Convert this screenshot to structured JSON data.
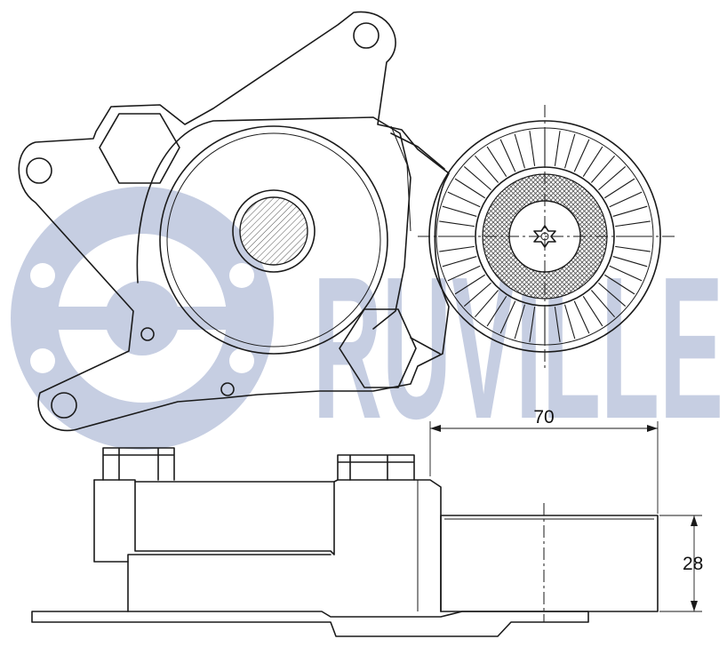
{
  "watermark": {
    "text": "RUVILLE",
    "color": "#c6cee2"
  },
  "dimensions": {
    "width_label": "70",
    "height_label": "28"
  },
  "colors": {
    "line": "#1a1a1a",
    "hatch": "#555555"
  }
}
